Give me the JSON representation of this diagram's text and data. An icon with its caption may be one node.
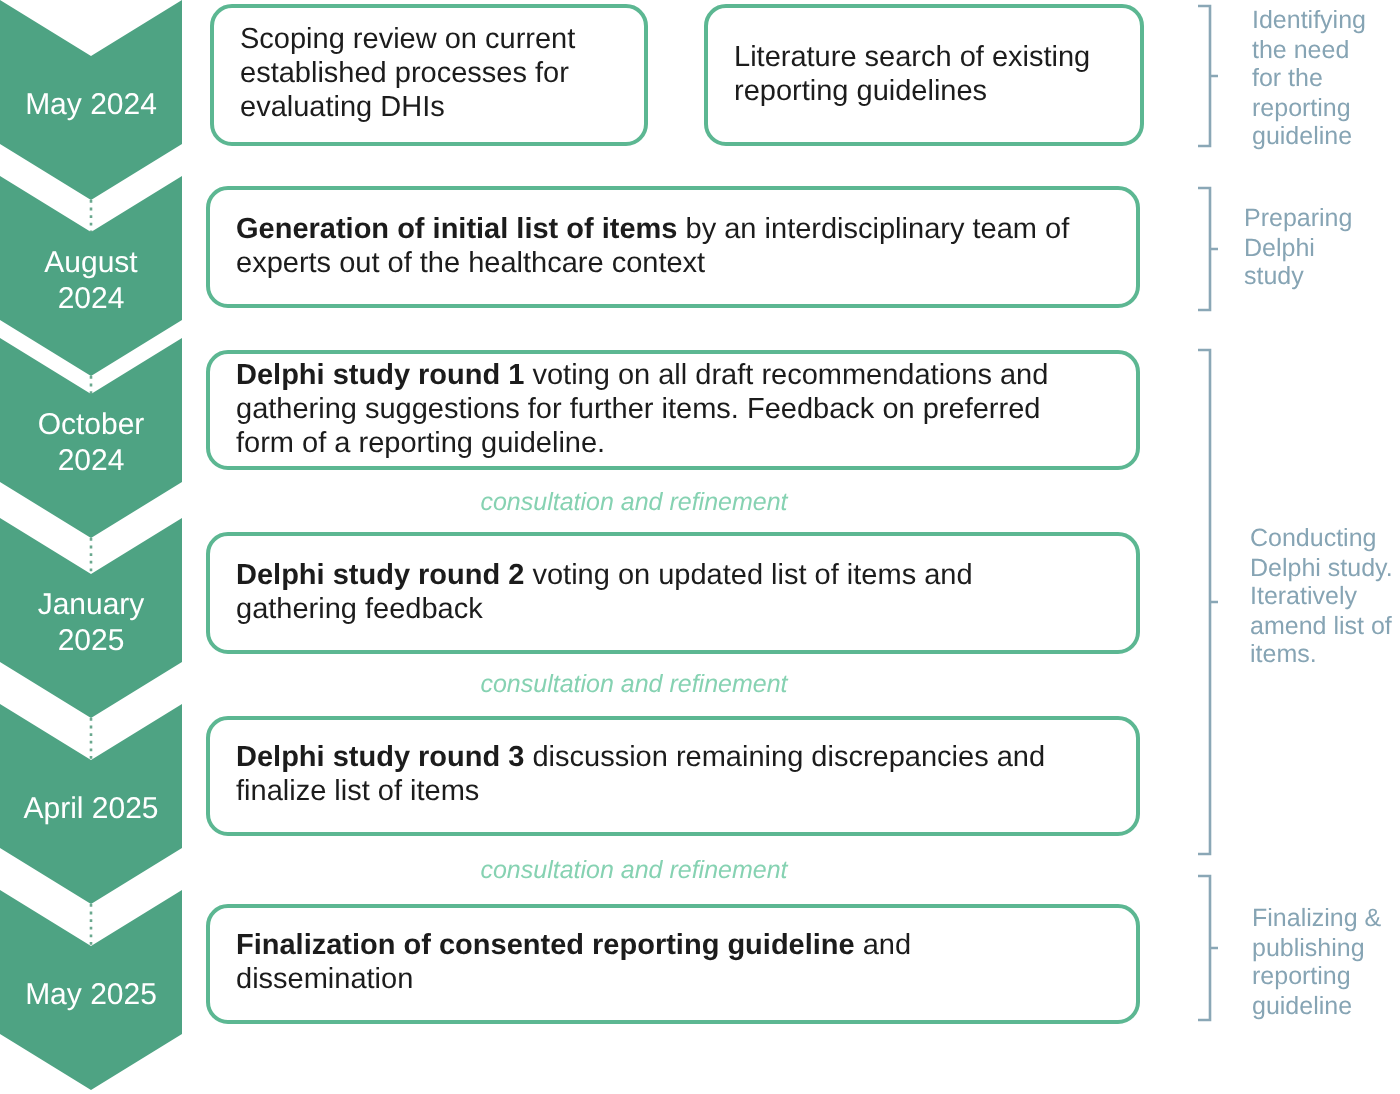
{
  "diagram": {
    "nodes": [
      {
        "text": [
          "May 2024"
        ]
      },
      {
        "text": [
          "Scoping review on current established processes for evaluating DHIs"
        ]
      },
      {
        "text": [
          "Literature search of existing reporting guidelines"
        ]
      },
      {
        "text": [
          "August 2024"
        ]
      },
      {
        "text": [
          "**Generation of initial list of items** by an interdisciplinary team of experts out of the healthcare context"
        ]
      },
      {
        "text": [
          "October 2024"
        ]
      },
      {
        "text": [
          "**Delphi study round 1** voting on all draft recommendations and gathering suggestions for further items. Feedback on preferred form of a reporting guideline."
        ]
      },
      {
        "text": [
          "January 2025"
        ]
      },
      {
        "text": [
          "**Delphi study round 2** voting on updated list of items and gathering feedback"
        ]
      },
      {
        "text": [
          "April 2025"
        ]
      },
      {
        "text": [
          "**Delphi study round 3** discussion remaining discrepancies and finalize list of items"
        ]
      },
      {
        "text": [
          "May 2025"
        ]
      },
      {
        "text": [
          "**Finalization of consented reporting guideline** and dissemination"
        ]
      }
    ],
    "edges": [
      {
        "from": 0,
        "to": 3,
        "arrow": "none",
        "style": "dashed"
      },
      {
        "from": 3,
        "to": 5,
        "arrow": "none",
        "style": "dashed"
      },
      {
        "from": 5,
        "to": 7,
        "arrow": "none",
        "style": "dashed"
      },
      {
        "from": 7,
        "to": 9,
        "arrow": "none",
        "style": "dashed"
      },
      {
        "from": 9,
        "to": 11,
        "arrow": "none",
        "style": "dashed"
      }
    ],
    "labels": [
      "Identifying the need for the reporting guideline",
      "Preparing Delphi study",
      "consultation and refinement",
      "Conducting Delphi study. Iteratively amend list of items.",
      "consultation and refinement",
      "consultation and refinement",
      "Finalizing & publishing reporting guideline"
    ]
  }
}
